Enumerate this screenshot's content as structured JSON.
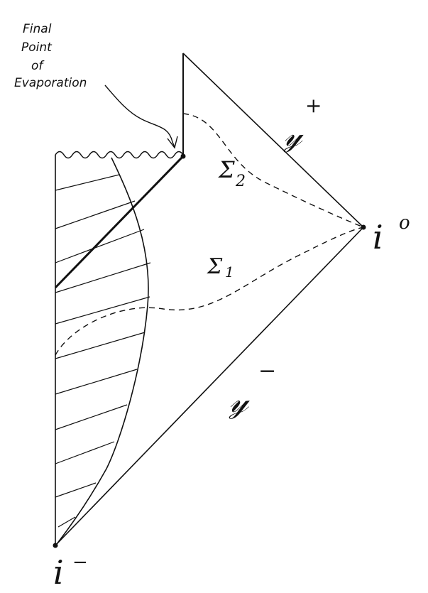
{
  "annotation": {
    "lines": [
      "Final",
      "Point",
      "of",
      "Evaporation"
    ]
  },
  "labels": {
    "scri_plus_script": "𝓎",
    "scri_plus_sign": "+",
    "scri_minus_script": "𝓎",
    "scri_minus_sign": "−",
    "i_zero_letter": "i",
    "i_zero_sup": "o",
    "i_minus_letter": "i",
    "i_minus_sup": "−",
    "sigma_2_letter": "Σ",
    "sigma_2_sub": "2",
    "sigma_1_letter": "Σ",
    "sigma_1_sub": "1"
  },
  "colors": {
    "ink": "#111111",
    "background": "#ffffff"
  }
}
